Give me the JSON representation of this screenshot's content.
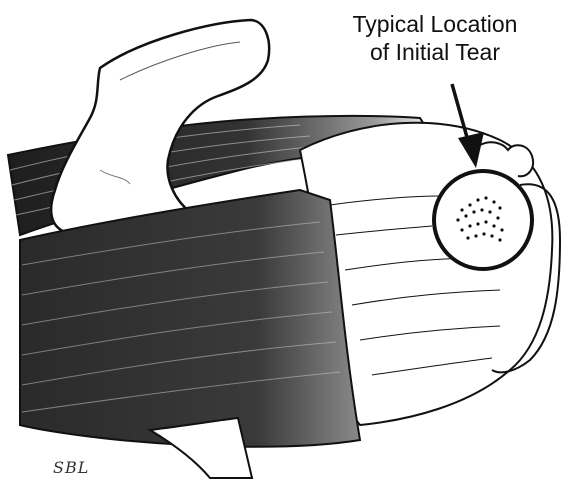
{
  "annotation": {
    "line1": "Typical Location",
    "line2": "of Initial Tear"
  },
  "signature": "SBL",
  "colors": {
    "ink": "#111111",
    "muscle_dark": "#2a2a2a",
    "muscle_light": "#8a8a8a",
    "paper": "#ffffff"
  }
}
